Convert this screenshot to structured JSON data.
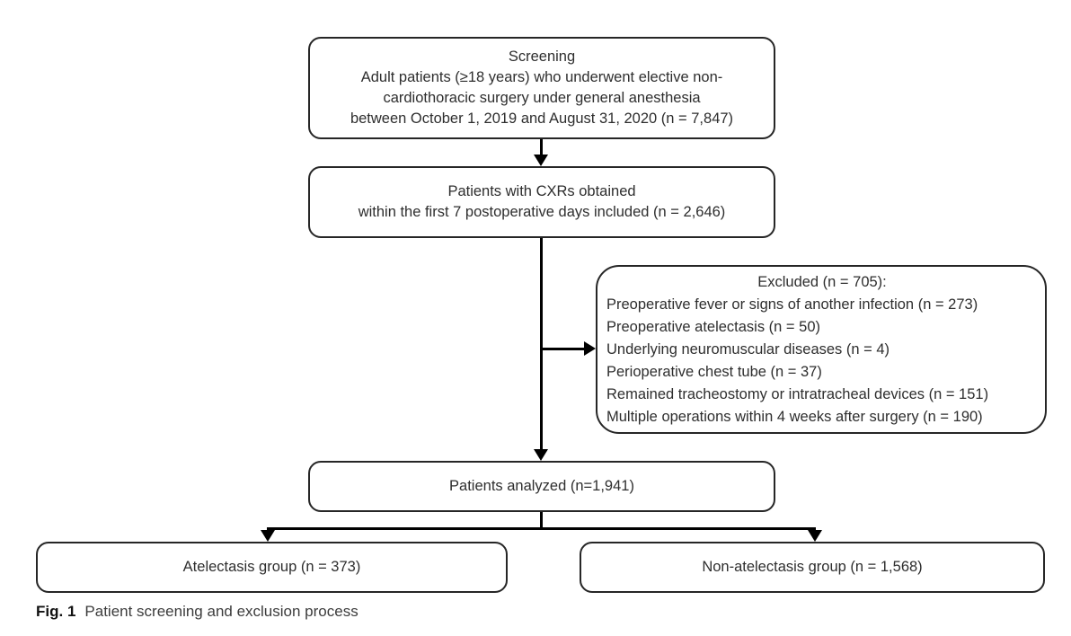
{
  "figure": {
    "caption_label": "Fig. 1",
    "caption_text": "Patient screening and exclusion process"
  },
  "boxes": {
    "screening": {
      "lines": [
        "Screening",
        "Adult patients (≥18 years) who underwent elective non-",
        "cardiothoracic surgery under general anesthesia",
        "between October 1, 2019 and August 31, 2020 (n = 7,847)"
      ]
    },
    "cxr": {
      "lines": [
        "Patients with CXRs obtained",
        "within the first 7 postoperative days included (n = 2,646)"
      ]
    },
    "excluded": {
      "title": "Excluded (n = 705):",
      "items": [
        "Preoperative fever or signs of another infection (n = 273)",
        "Preoperative atelectasis (n = 50)",
        "Underlying neuromuscular diseases (n = 4)",
        "Perioperative chest tube (n = 37)",
        "Remained tracheostomy or intratracheal devices (n = 151)",
        "Multiple operations within 4 weeks after surgery (n = 190)"
      ]
    },
    "analyzed": {
      "label": "Patients analyzed (n=1,941)"
    },
    "atelectasis": {
      "label": "Atelectasis group (n = 373)"
    },
    "non_atelectasis": {
      "label": "Non-atelectasis group (n = 1,568)"
    }
  },
  "colors": {
    "background": "#ffffff",
    "box_border": "#262626",
    "connector": "#000000",
    "text": "#2e2e2e"
  }
}
